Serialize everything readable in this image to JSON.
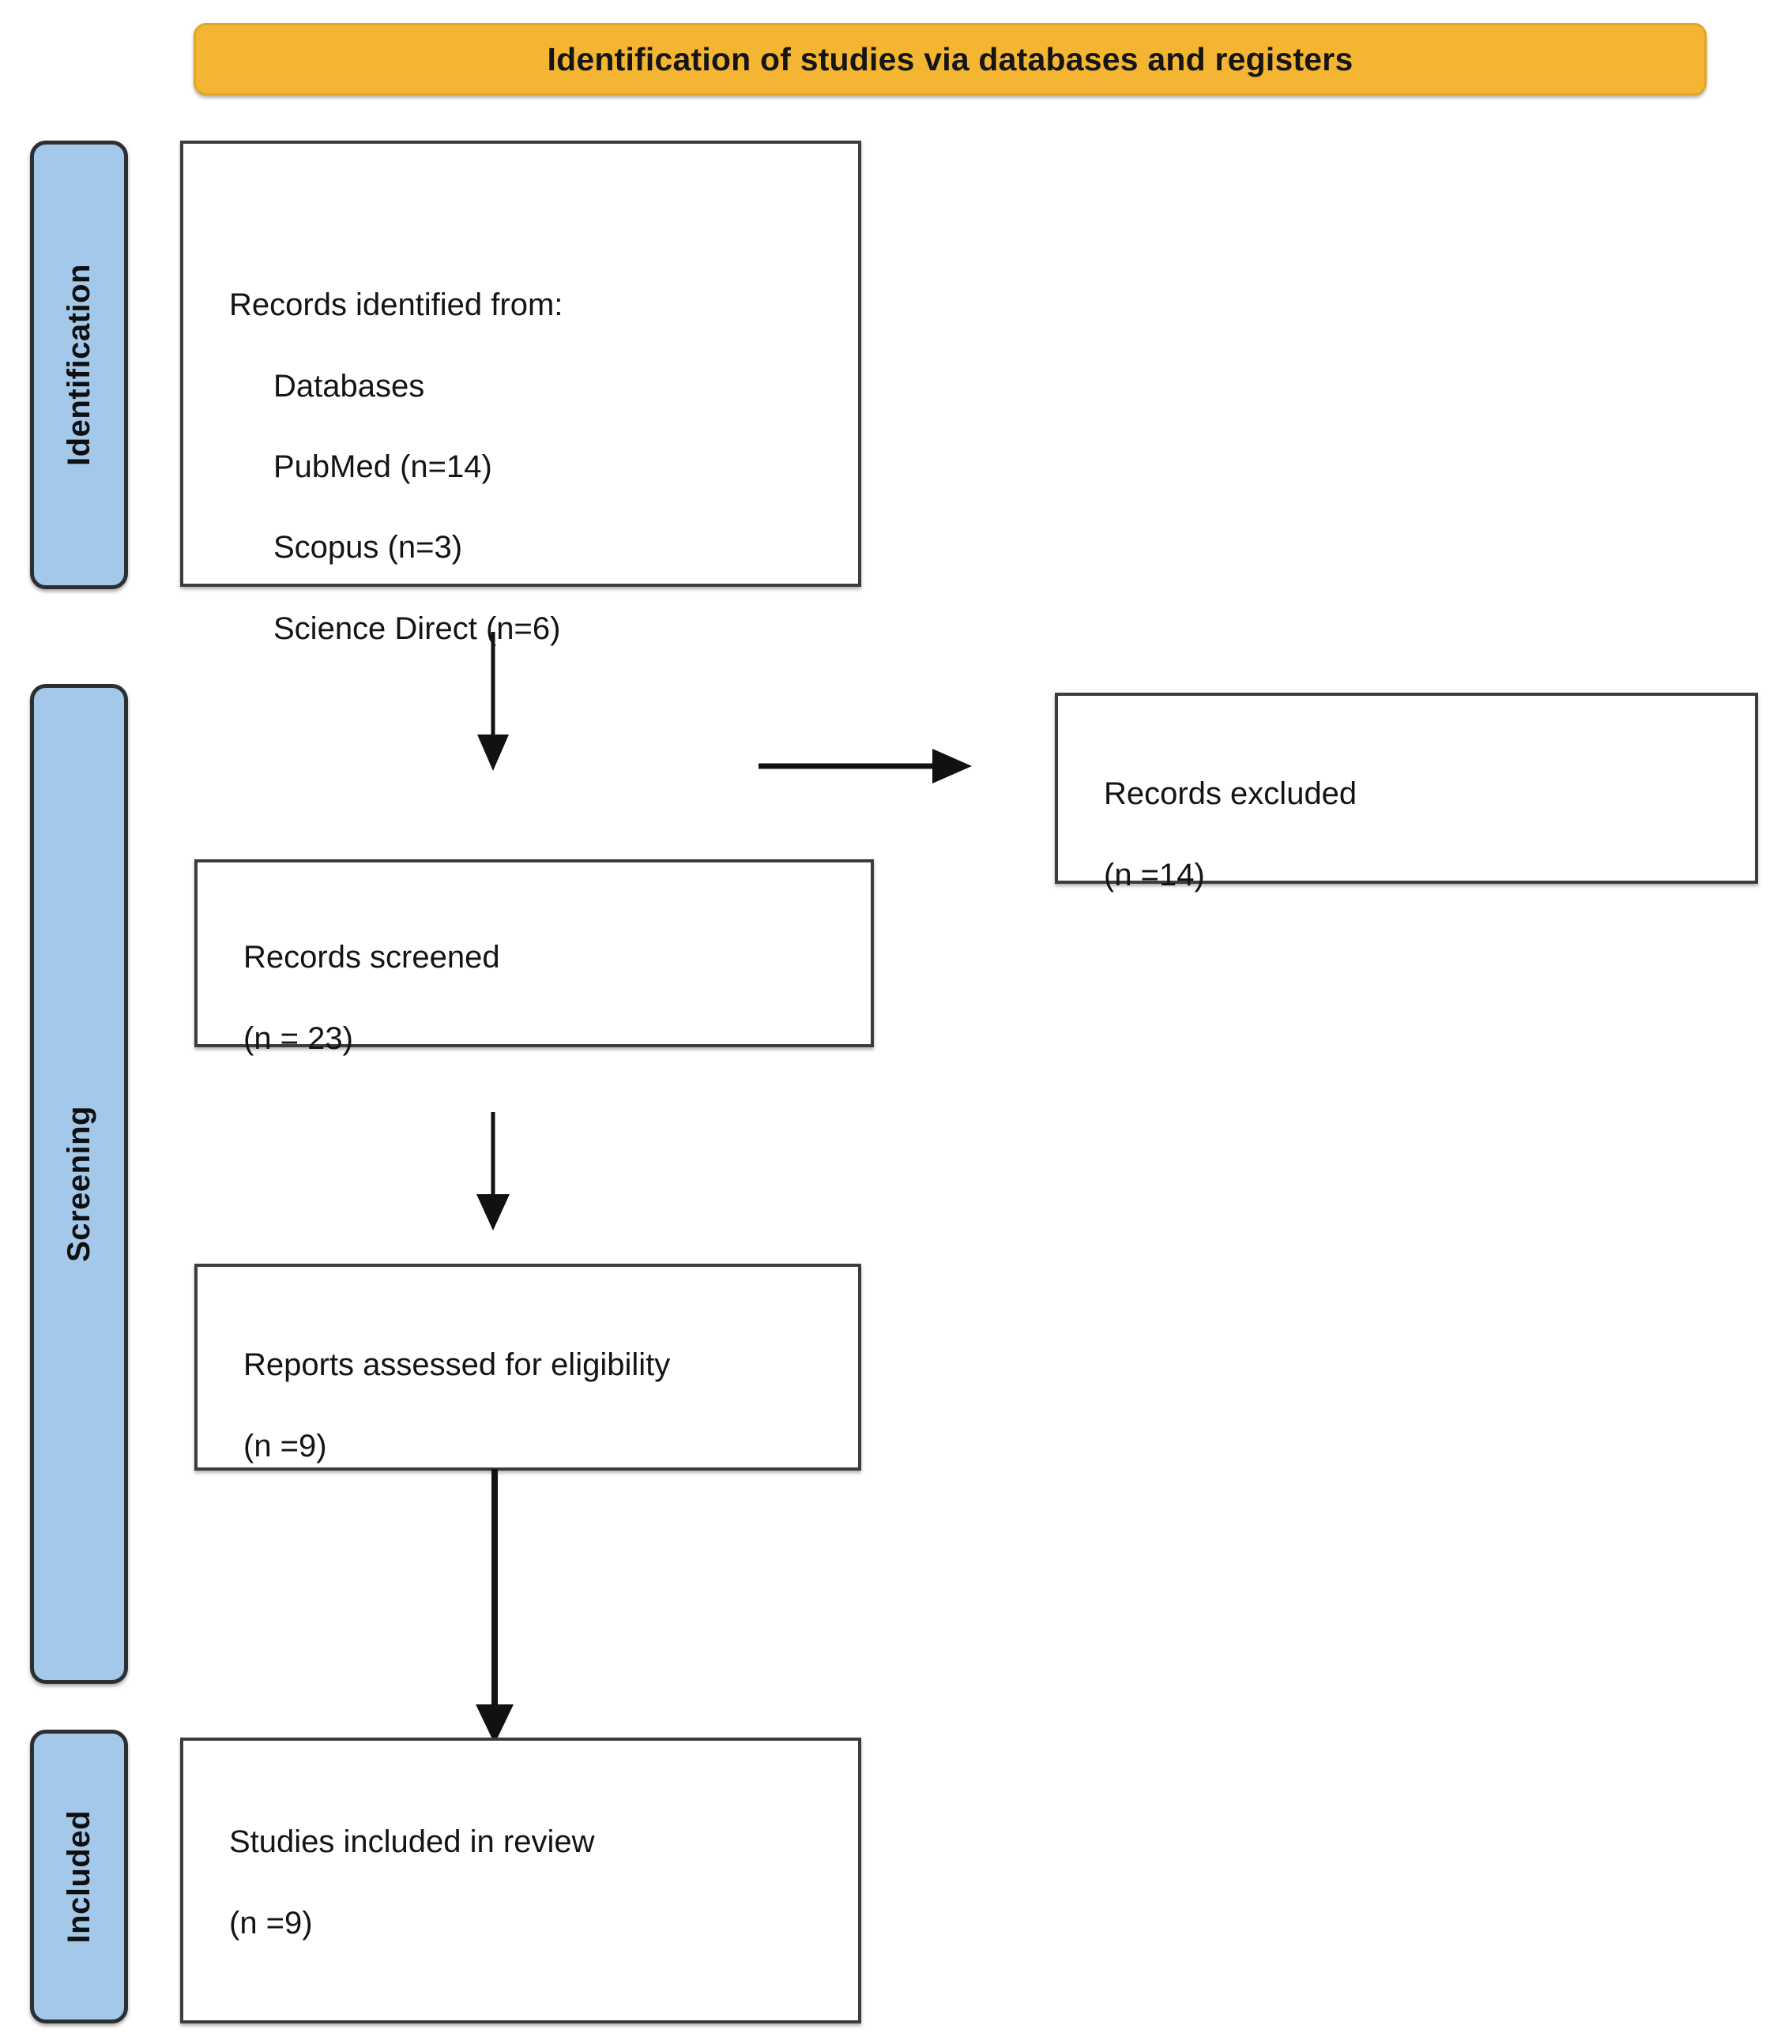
{
  "header": {
    "title": "Identification of studies via databases and registers",
    "background_color": "#F4B632"
  },
  "stages": [
    {
      "id": "identification",
      "label": "Identification",
      "color": "#A3C8EA"
    },
    {
      "id": "screening",
      "label": "Screening",
      "color": "#A3C8EA"
    },
    {
      "id": "included",
      "label": "Included",
      "color": "#A3C8EA"
    }
  ],
  "boxes": {
    "identified": {
      "heading": "Records identified from:",
      "source_group": "Databases",
      "sources": [
        "PubMed (n=14)",
        "Scopus (n=3)",
        "Science Direct (n=6)"
      ]
    },
    "screened": {
      "label": "Records screened",
      "count": "(n = 23)"
    },
    "excluded": {
      "label": "Records excluded",
      "count": "(n =14)"
    },
    "eligibility": {
      "label": "Reports assessed for eligibility",
      "count": "(n =9)"
    },
    "included": {
      "label": "Studies included in review",
      "count": "(n =9)"
    }
  },
  "chart_data": {
    "type": "diagram",
    "title": "PRISMA flow diagram",
    "subtitle": "Identification of studies via databases and registers",
    "nodes": [
      {
        "id": "identified",
        "stage": "Identification",
        "label": "Records identified from: Databases",
        "values": {
          "PubMed": 14,
          "Scopus": 3,
          "Science Direct": 6
        },
        "total": 23
      },
      {
        "id": "screened",
        "stage": "Screening",
        "label": "Records screened",
        "n": 23
      },
      {
        "id": "excluded",
        "stage": "Screening",
        "label": "Records excluded",
        "n": 14
      },
      {
        "id": "eligibility",
        "stage": "Screening",
        "label": "Reports assessed for eligibility",
        "n": 9
      },
      {
        "id": "included",
        "stage": "Included",
        "label": "Studies included in review",
        "n": 9
      }
    ],
    "edges": [
      {
        "from": "identified",
        "to": "screened",
        "direction": "down"
      },
      {
        "from": "screened",
        "to": "excluded",
        "direction": "right"
      },
      {
        "from": "screened",
        "to": "eligibility",
        "direction": "down"
      },
      {
        "from": "eligibility",
        "to": "included",
        "direction": "down"
      }
    ]
  }
}
